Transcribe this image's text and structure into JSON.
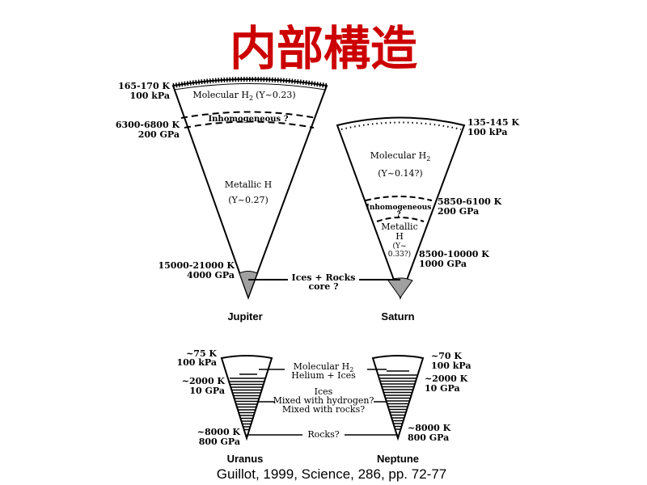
{
  "title": "内部構造",
  "title_color": "#cc0000",
  "citation": "Guillot, 1999, Science, 286, pp. 72-77",
  "jupiter": {
    "name": "Jupiter",
    "surface_temp": "165-170 K",
    "surface_pressure": "100 kPa",
    "mid_temp": "6300-6800 K",
    "mid_pressure": "200 GPa",
    "core_temp": "15000-21000 K",
    "core_pressure": "4000 GPa",
    "molecular_label": "Molecular H",
    "molecular_sub": "2",
    "molecular_y": "(Y~0.23)",
    "inhomogeneous": "Inhomogeneous ?",
    "metallic": "Metallic H",
    "metallic_y": "(Y~0.27)"
  },
  "shared": {
    "core_line1": "Ices + Rocks",
    "core_line2": "core ?"
  },
  "saturn": {
    "name": "Saturn",
    "surface_temp": "135-145 K",
    "surface_pressure": "100 kPa",
    "mid_temp": "5850-6100 K",
    "mid_pressure": "200 GPa",
    "core_temp": "8500-10000 K",
    "core_pressure": "1000 GPa",
    "molecular_label": "Molecular H",
    "molecular_sub": "2",
    "molecular_y": "(Y~0.14?)",
    "inhomogeneous": "Inhomogeneous",
    "inhomogeneous_q": "?",
    "metallic": "Metallic",
    "metallic_h": "H",
    "metallic_y1": "(Y~",
    "metallic_y2": "0.33?)"
  },
  "uranus": {
    "name": "Uranus",
    "surface_temp": "~75 K",
    "surface_pressure": "100 kPa",
    "mid_temp": "~2000 K",
    "mid_pressure": "10 GPa",
    "core_temp": "~8000 K",
    "core_pressure": "800 GPa"
  },
  "neptune": {
    "name": "Neptune",
    "surface_temp": "~70 K",
    "surface_pressure": "100 kPa",
    "mid_temp": "~2000 K",
    "mid_pressure": "10 GPa",
    "core_temp": "~8000 K",
    "core_pressure": "800 GPa"
  },
  "icegiant_labels": {
    "molecular": "Molecular H",
    "molecular_sub": "2",
    "helium": "Helium + Ices",
    "ices": "Ices",
    "mixed_h": "Mixed with hydrogen?",
    "mixed_r": "Mixed with rocks?",
    "rocks": "Rocks?"
  }
}
